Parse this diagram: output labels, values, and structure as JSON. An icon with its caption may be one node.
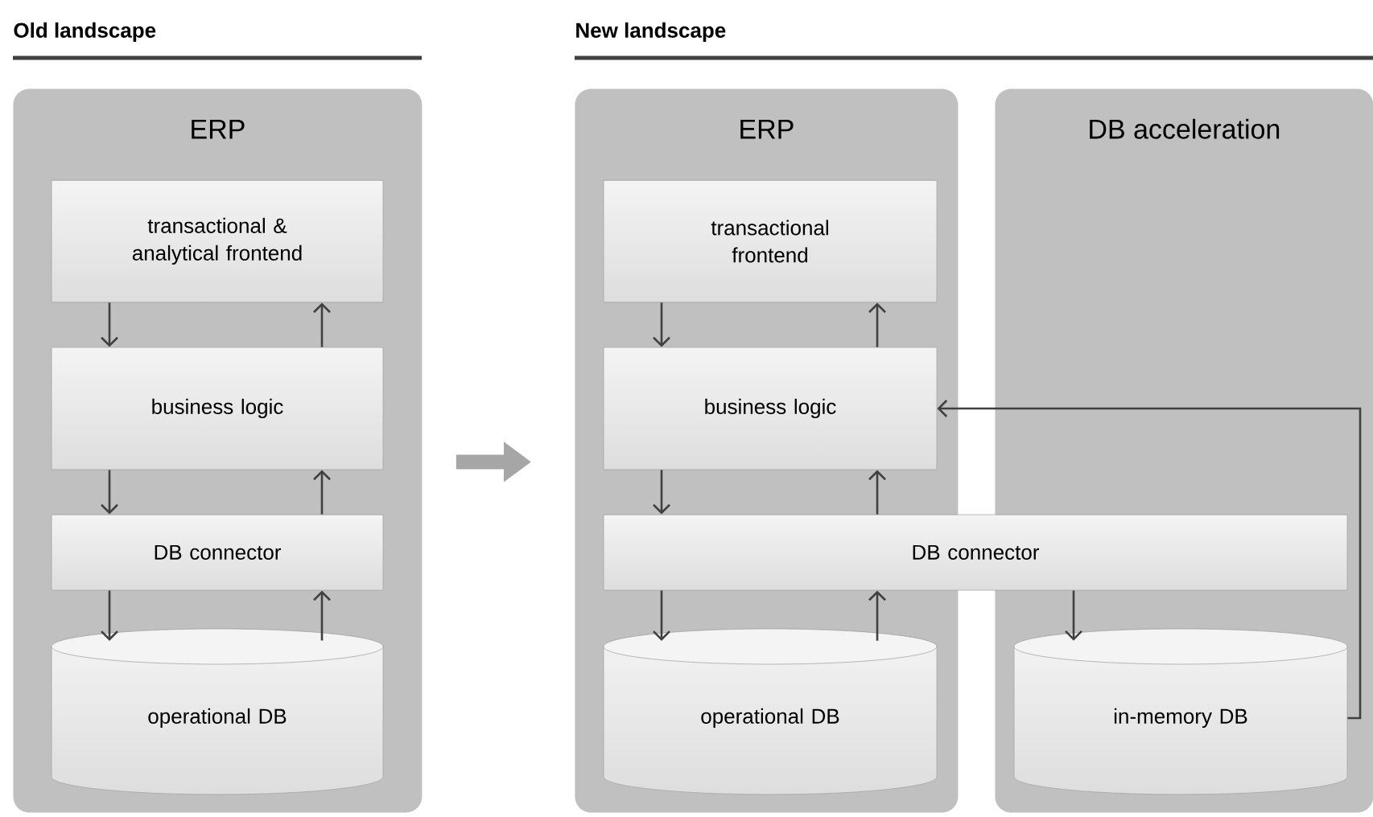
{
  "diagram": {
    "nodes": [
      {
        "text": [
          "ERP"
        ]
      },
      {
        "text": [
          "transactional & analytical frontend"
        ],
        "in": 0
      },
      {
        "text": [
          "business logic"
        ],
        "in": 0
      },
      {
        "text": [
          "DB connector"
        ],
        "in": 0
      },
      {
        "text": [
          "operational DB"
        ],
        "in": 0
      },
      {
        "text": [
          "ERP"
        ]
      },
      {
        "text": [
          "transactional frontend"
        ],
        "in": 5
      },
      {
        "text": [
          "business logic"
        ],
        "in": 5
      },
      {
        "text": [
          "DB acceleration"
        ]
      },
      {
        "text": [
          "DB connector"
        ]
      },
      {
        "text": [
          "operational DB"
        ],
        "in": 5
      },
      {
        "text": [
          "in-memory DB"
        ],
        "in": 8
      }
    ],
    "edges": [
      {
        "from": 1,
        "to": 2,
        "arrow": "to"
      },
      {
        "from": 2,
        "to": 1,
        "arrow": "to"
      },
      {
        "from": 2,
        "to": 3,
        "arrow": "to"
      },
      {
        "from": 3,
        "to": 2,
        "arrow": "to"
      },
      {
        "from": 3,
        "to": 4,
        "arrow": "to"
      },
      {
        "from": 4,
        "to": 3,
        "arrow": "to"
      },
      {
        "from": 0,
        "to": 5,
        "arrow": "to",
        "style": "thick",
        "color": "#a6a6a6"
      },
      {
        "from": 6,
        "to": 7,
        "arrow": "to"
      },
      {
        "from": 7,
        "to": 6,
        "arrow": "to"
      },
      {
        "from": 7,
        "to": 9,
        "arrow": "to"
      },
      {
        "from": 9,
        "to": 7,
        "arrow": "to"
      },
      {
        "from": 9,
        "to": 10,
        "arrow": "to"
      },
      {
        "from": 10,
        "to": 9,
        "arrow": "to"
      },
      {
        "from": 9,
        "to": 11,
        "arrow": "to"
      },
      {
        "from": 11,
        "to": 7,
        "arrow": "to"
      }
    ],
    "labels": [
      "Old landscape",
      "New landscape"
    ]
  }
}
